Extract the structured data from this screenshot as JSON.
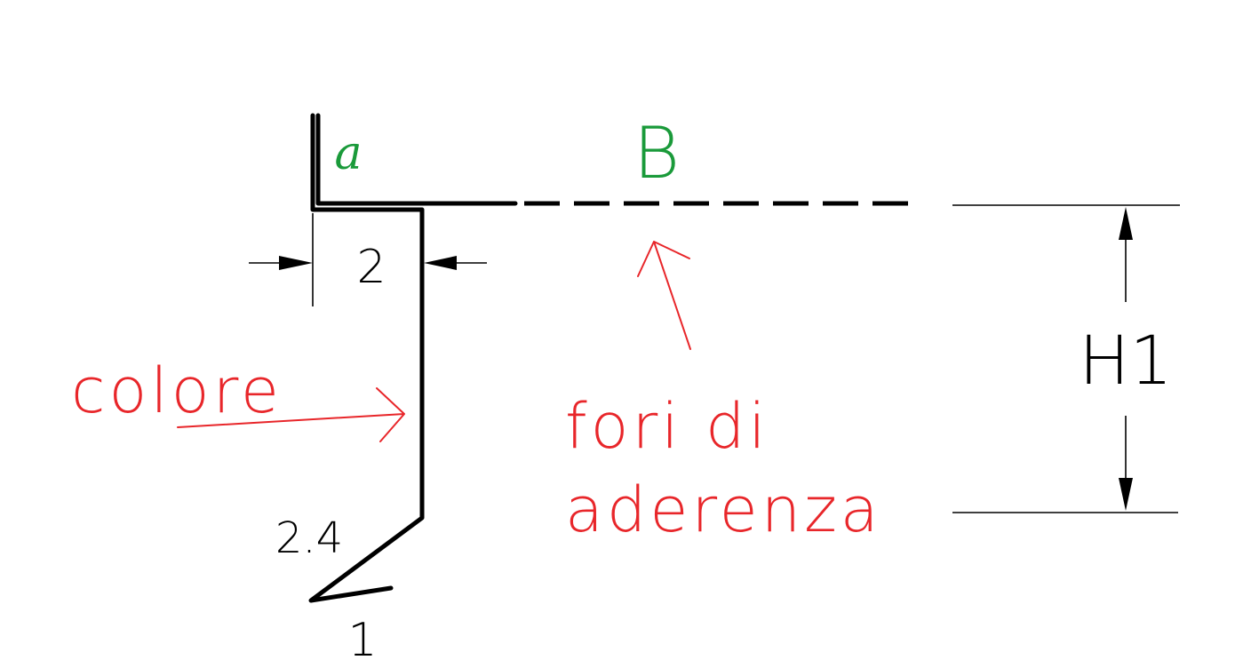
{
  "colors": {
    "profile": "#000000",
    "annotation": "#e8262a",
    "variable": "#1a9a3a",
    "background": "#ffffff"
  },
  "labels": {
    "var_a": "a",
    "var_b": "B",
    "dim_width": "2",
    "dim_h1": "H1",
    "dim_lip": "2.4",
    "dim_tip": "1",
    "note_colore": "colore",
    "note_fori_line1": "fori di",
    "note_fori_line2": "aderenza"
  }
}
